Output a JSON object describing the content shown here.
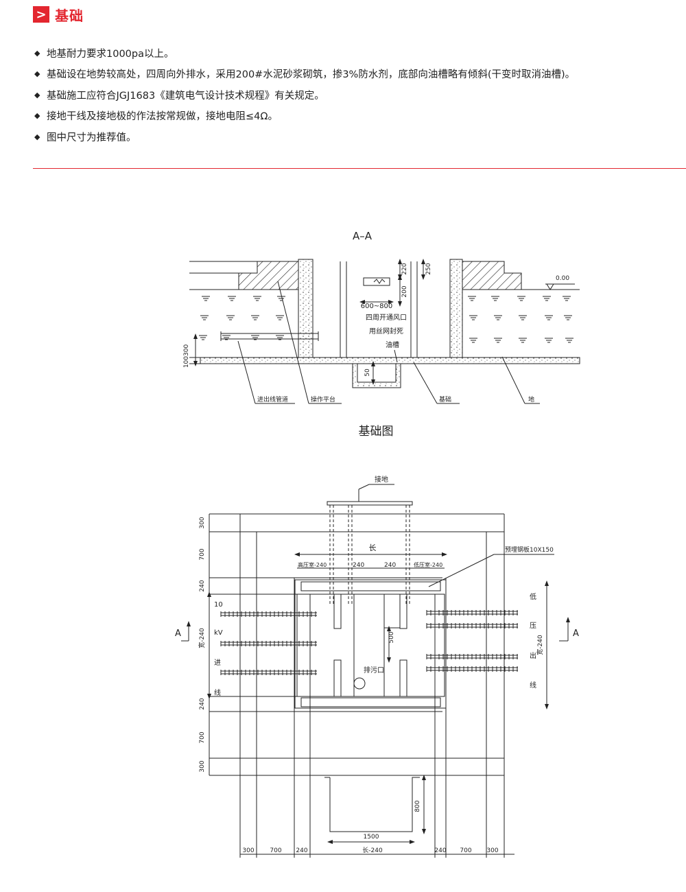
{
  "header": {
    "icon": "chevron-right-icon",
    "icon_glyph": ">",
    "title": "基础",
    "accent_color": "#e3262f"
  },
  "notes": [
    "地基耐力要求1000pa以上。",
    "基础设在地势较高处，四周向外排水，采用200#水泥砂浆砌筑，掺3%防水剂，底部向油槽略有倾斜(干变时取消油槽)。",
    "基础施工应符合JGJ1683《建筑电气设计技术规程》有关规定。",
    "接地干线及接地极的作法按常规做，接地电阻≤4Ω。",
    "图中尺寸为推荐值。"
  ],
  "bullet_glyph": "◆",
  "section": {
    "title": "A–A",
    "dims": {
      "d220": "220",
      "d200": "200",
      "d250": "250",
      "d600_800": "600~800",
      "d50": "50",
      "d100300": "100300",
      "elev": "0.00"
    },
    "texts": {
      "vent1": "四周开通风口",
      "vent2": "用丝网封死",
      "oil": "油槽"
    },
    "labels": {
      "pipe": "进出线管道",
      "platform": "操作平台",
      "foundation": "基础",
      "ground": "地"
    },
    "caption": "基础图"
  },
  "plan": {
    "grounding": "接地",
    "length": "长",
    "hv_room": "高压室-240",
    "lv_room": "低压室-240",
    "d240": "240",
    "embedded_plate": "预埋钢板10X150",
    "d500": "500",
    "drain": "排污口",
    "in_chars": [
      "10",
      "kV",
      "进",
      "线"
    ],
    "out_chars": [
      "低",
      "压",
      "出",
      "线"
    ],
    "width": "宽-240",
    "v_dims": [
      "300",
      "700",
      "240",
      "240",
      "700",
      "300"
    ],
    "d800": "800",
    "d1500": "1500",
    "bottom_dims": [
      "300",
      "700",
      "240",
      "长-240",
      "240",
      "700",
      "300"
    ],
    "section_mark": "A"
  }
}
